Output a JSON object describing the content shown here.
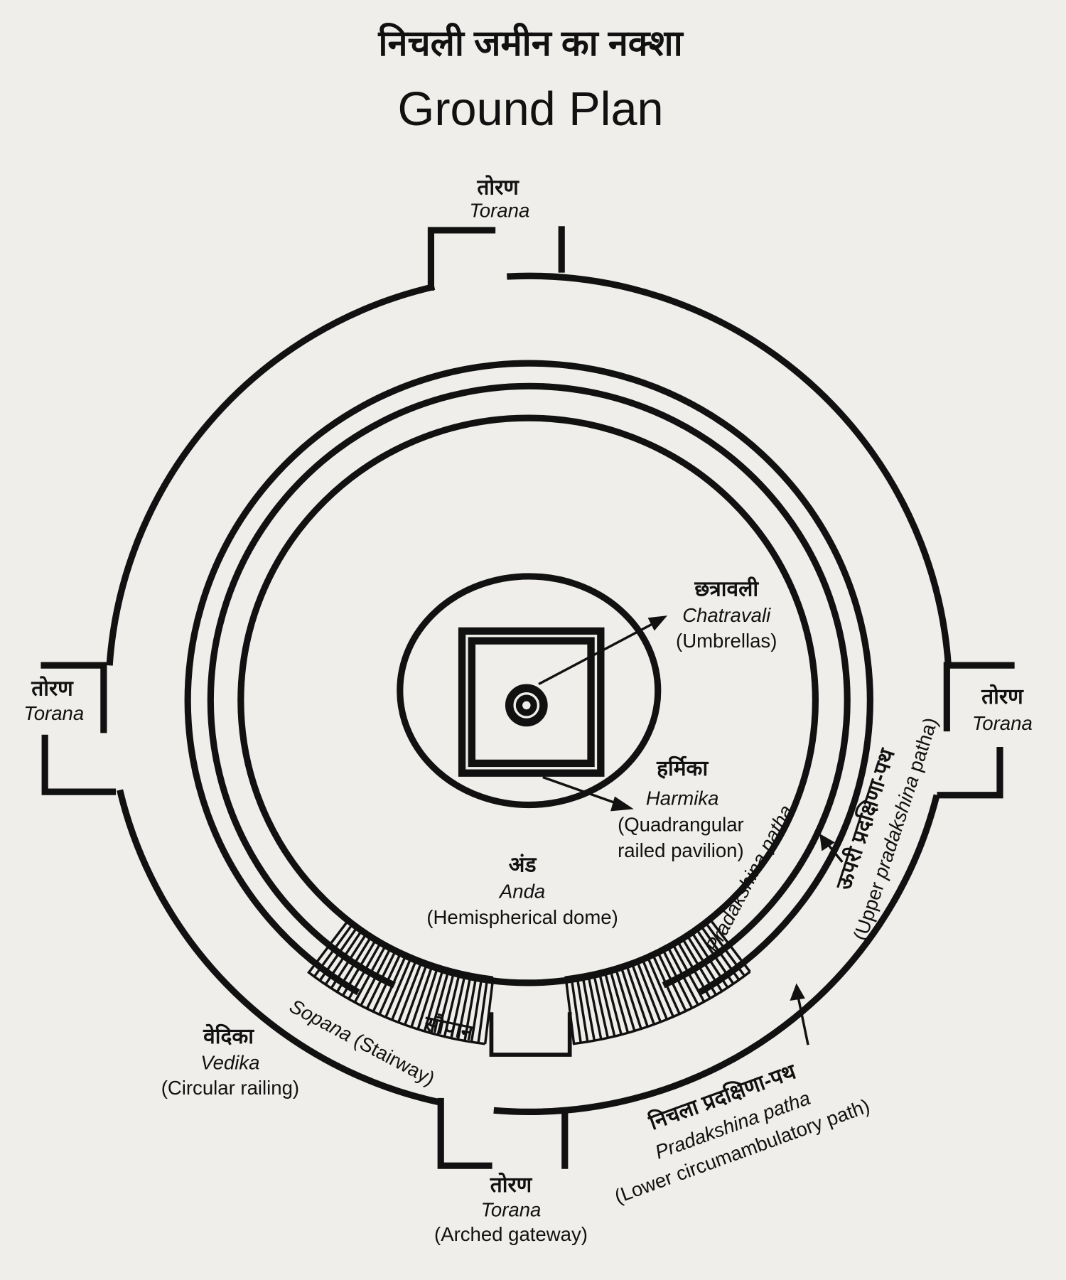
{
  "title_hindi": "निचली जमीन का नक्शा",
  "title": "Ground Plan",
  "colors": {
    "ink": "#111111",
    "background": "#efeeea"
  },
  "labels": {
    "torana_top": {
      "hindi": "तोरण",
      "name": "Torana"
    },
    "torana_left": {
      "hindi": "तोरण",
      "name": "Torana"
    },
    "torana_right": {
      "hindi": "तोरण",
      "name": "Torana"
    },
    "torana_bottom": {
      "hindi": "तोरण",
      "name": "Torana",
      "desc": "(Arched gateway)"
    },
    "chatravali": {
      "hindi": "छत्रावली",
      "name": "Chatravali",
      "desc": "(Umbrellas)"
    },
    "harmika": {
      "hindi": "हर्मिका",
      "name": "Harmika",
      "desc1": "(Quadrangular",
      "desc2": "railed pavilion)"
    },
    "anda": {
      "hindi": "अंड",
      "name": "Anda",
      "desc": "(Hemispherical dome)"
    },
    "pradakshina_inner": {
      "name": "Pradakshina patha"
    },
    "upper_path": {
      "hindi": "ऊपरी प्रदक्षिणा-पथ",
      "desc_pre": "(Upper ",
      "desc_it": "pradakshina",
      "desc_post": " patha)"
    },
    "vedika": {
      "hindi": "वेदिका",
      "name": "Vedika",
      "desc": "(Circular railing)"
    },
    "sopana": {
      "hindi": "सौपान",
      "name": "Sopana",
      "desc": "(Stairway)"
    },
    "lower_path": {
      "hindi": "निचला प्रदक्षिणा-पथ",
      "name": "Pradakshina patha",
      "desc": "(Lower circumambulatory path)"
    }
  }
}
